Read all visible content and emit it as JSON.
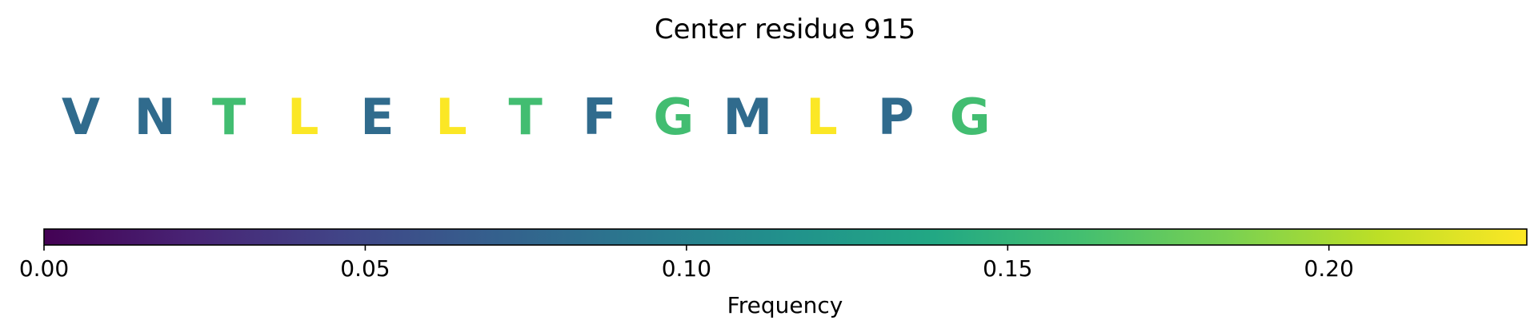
{
  "chart_data": {
    "type": "heatmap",
    "title": "Center residue 915",
    "residues": [
      {
        "letter": "V",
        "value": 0.08
      },
      {
        "letter": "N",
        "value": 0.08
      },
      {
        "letter": "T",
        "value": 0.16
      },
      {
        "letter": "L",
        "value": 0.23
      },
      {
        "letter": "E",
        "value": 0.08
      },
      {
        "letter": "L",
        "value": 0.23
      },
      {
        "letter": "T",
        "value": 0.16
      },
      {
        "letter": "F",
        "value": 0.08
      },
      {
        "letter": "G",
        "value": 0.16
      },
      {
        "letter": "M",
        "value": 0.08
      },
      {
        "letter": "L",
        "value": 0.23
      },
      {
        "letter": "P",
        "value": 0.08
      },
      {
        "letter": "G",
        "value": 0.16
      }
    ],
    "colorbar": {
      "label": "Frequency",
      "colormap": "viridis",
      "range": [
        0.0,
        0.2308
      ],
      "ticks": [
        0.0,
        0.05,
        0.1,
        0.15,
        0.2
      ],
      "tick_labels": [
        "0.00",
        "0.05",
        "0.10",
        "0.15",
        "0.20"
      ]
    }
  }
}
